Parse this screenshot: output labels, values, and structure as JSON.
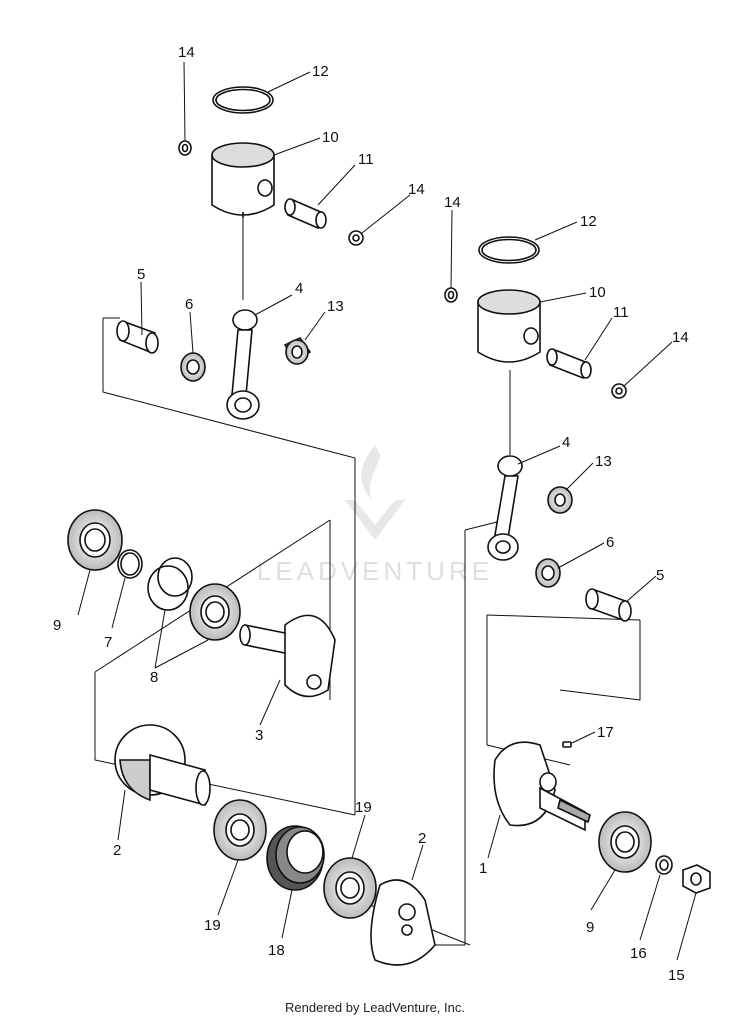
{
  "watermark": {
    "text": "LEADVENTURE"
  },
  "footer": {
    "text": "Rendered by LeadVenture, Inc."
  },
  "callouts": {
    "c14_a": "14",
    "c12_a": "12",
    "c10_a": "10",
    "c11_a": "11",
    "c14_b": "14",
    "c5_a": "5",
    "c6_a": "6",
    "c4_a": "4",
    "c13_a": "13",
    "c9_a": "9",
    "c7": "7",
    "c8": "8",
    "c3": "3",
    "c2_a": "2",
    "c19_a": "19",
    "c18": "18",
    "c19_b": "19",
    "c2_b": "2",
    "c14_c": "14",
    "c12_b": "12",
    "c10_b": "10",
    "c11_b": "11",
    "c14_d": "14",
    "c4_b": "4",
    "c13_b": "13",
    "c6_b": "6",
    "c5_b": "5",
    "c17": "17",
    "c1": "1",
    "c9_b": "9",
    "c16": "16",
    "c15": "15"
  },
  "colors": {
    "ink": "#111111",
    "part_fill": "#ffffff",
    "shade": "#cfcfcf",
    "watermark": "#d8d8d8"
  }
}
